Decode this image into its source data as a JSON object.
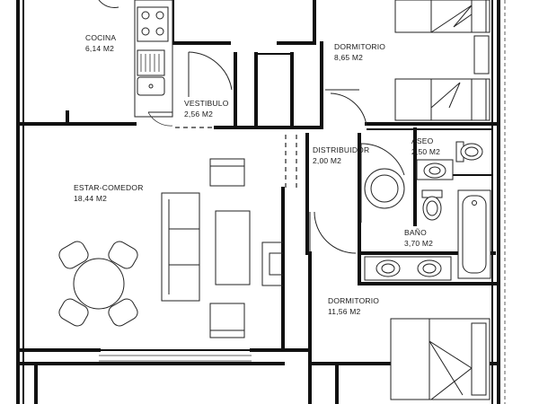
{
  "rooms": {
    "cocina": {
      "name": "COCINA",
      "area": "6,14 M2"
    },
    "dormitorio_1": {
      "name": "DORMITORIO",
      "area": "8,65 M2"
    },
    "vestibulo": {
      "name": "VESTIBULO",
      "area": "2,56 M2"
    },
    "distribuidor": {
      "name": "DISTRIBUIDOR",
      "area": "2,00 M2"
    },
    "aseo": {
      "name": "ASEO",
      "area": "2,50 M2"
    },
    "estar_comedor": {
      "name": "ESTAR-COMEDOR",
      "area": "18,44 M2"
    },
    "bano": {
      "name": "BAÑO",
      "area": "3,70 M2"
    },
    "dormitorio_2": {
      "name": "DORMITORIO",
      "area": "11,56 M2"
    }
  },
  "icons": [
    "stove-icon",
    "sink-icon",
    "bed-icon",
    "sofa-icon",
    "dining-table-icon",
    "toilet-icon",
    "bathtub-icon",
    "washbasin-icon",
    "door-swing-icon"
  ]
}
